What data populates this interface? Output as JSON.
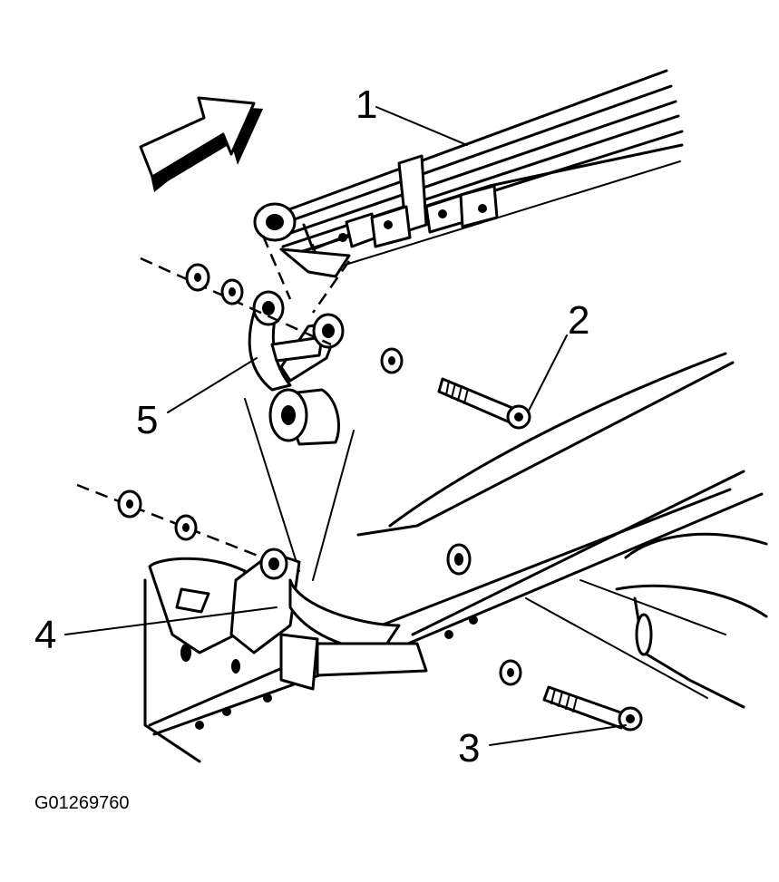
{
  "figure_id": "G01269760",
  "callouts": {
    "c1": "1",
    "c2": "2",
    "c3": "3",
    "c4": "4",
    "c5": "5"
  },
  "direction_arrow": "arrow-icon"
}
